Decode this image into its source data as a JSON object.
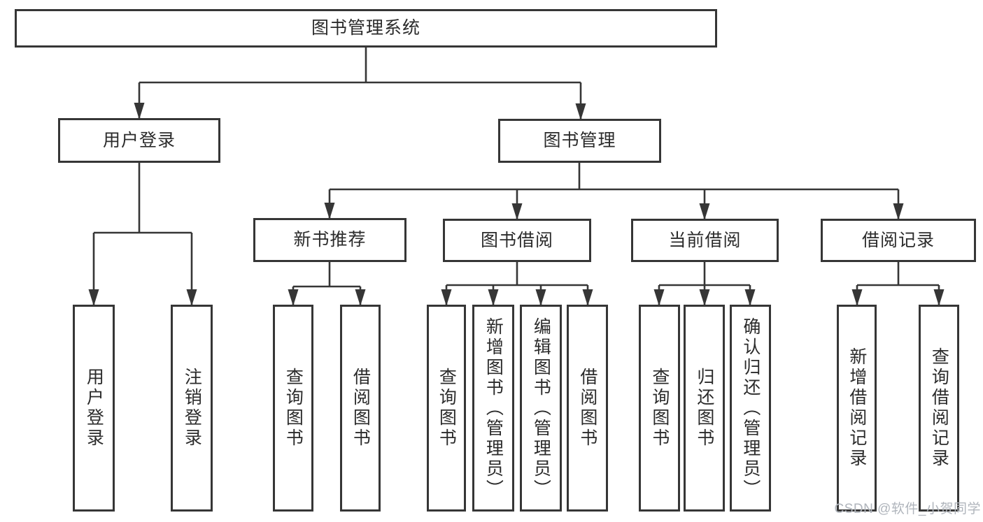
{
  "colors": {
    "line": "#363636",
    "text": "#2b2b2b",
    "box_bg": "#ffffff",
    "watermark": "#b0b5bc"
  },
  "watermark": "CSDN @软件_小贺同学",
  "nodes": {
    "root": {
      "label": "图书管理系统"
    },
    "user_login": {
      "label": "用户登录"
    },
    "book_mgmt": {
      "label": "图书管理"
    },
    "new_book_rec": {
      "label": "新书推荐"
    },
    "book_borrow": {
      "label": "图书借阅"
    },
    "current_borrow": {
      "label": "当前借阅"
    },
    "borrow_record": {
      "label": "借阅记录"
    },
    "leaf_user_login": {
      "label": "用户登录"
    },
    "leaf_logout": {
      "label": "注销登录"
    },
    "rec_query_books": {
      "label": "查询图书"
    },
    "rec_borrow_books": {
      "label": "借阅图书"
    },
    "bb_query_books": {
      "label": "查询图书"
    },
    "bb_add_books": {
      "label": "新增图书（管理员）"
    },
    "bb_edit_books": {
      "label": "编辑图书（管理员）"
    },
    "bb_borrow_books": {
      "label": "借阅图书"
    },
    "cb_query_books": {
      "label": "查询图书"
    },
    "cb_return_books": {
      "label": "归还图书"
    },
    "cb_confirm_return": {
      "label": "确认归还（管理员）"
    },
    "br_add_record": {
      "label": "新增借阅记录"
    },
    "br_query_record": {
      "label": "查询借阅记录"
    }
  }
}
